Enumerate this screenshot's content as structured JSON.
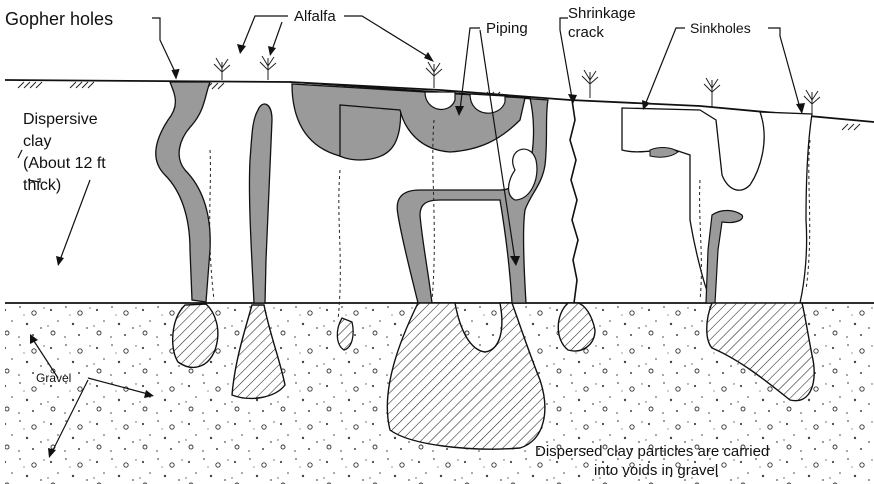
{
  "labels": {
    "gopher_holes": "Gopher holes",
    "alfalfa": "Alfalfa",
    "piping": "Piping",
    "shrinkage": "Shrinkage",
    "crack": "crack",
    "sinkholes": "Sinkholes",
    "dispersive": "Dispersive",
    "clay": "clay",
    "about": "(About 12 ft",
    "thick": "thick)",
    "gravel": "Gravel",
    "dispersed_line1": "Dispersed clay particles are carried",
    "dispersed_line2": "into voids in gravel"
  }
}
